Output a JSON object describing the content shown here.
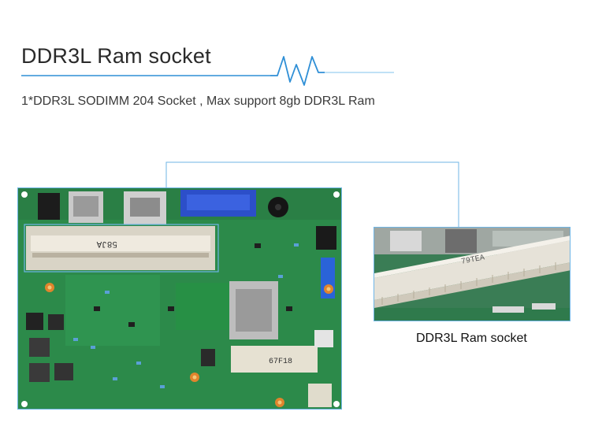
{
  "header": {
    "title": "DDR3L Ram socket",
    "description": "1*DDR3L SODIMM 204 Socket , Max support 8gb DDR3L Ram"
  },
  "board_image": {
    "socket_label": "58JA"
  },
  "zoom_image": {
    "socket_label": "79TEA",
    "caption": "DDR3L Ram socket"
  },
  "colors": {
    "accent": "#2f8fd6",
    "pcb": "#2c8a4a",
    "frame": "#6fb6e6"
  }
}
